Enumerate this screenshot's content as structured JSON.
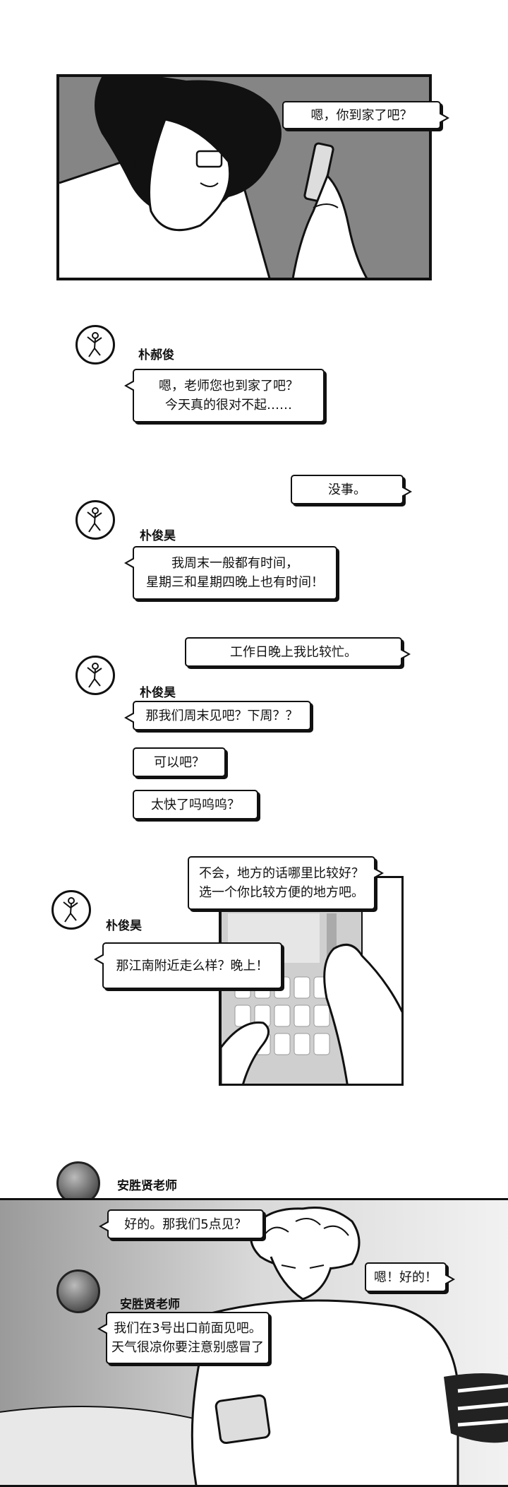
{
  "panel1": {
    "bubble": "嗯，你到家了吧？"
  },
  "chat1": {
    "sender": "朴郝俊",
    "message_lines": [
      "嗯，老师您也到家了吧？",
      "今天真的很对不起……"
    ]
  },
  "reply1": "没事。",
  "chat2": {
    "sender": "朴俊昊",
    "message_lines": [
      "我周末一般都有时间，",
      "星期三和星期四晚上也有时间！"
    ]
  },
  "reply2": "工作日晚上我比较忙。",
  "chat3": {
    "sender": "朴俊昊",
    "messages": [
      "那我们周末见吧？下周？？",
      "可以吧？",
      "太快了吗呜呜？"
    ]
  },
  "reply3_lines": [
    "不会，地方的话哪里比较好？",
    "选一个你比较方便的地方吧。"
  ],
  "chat4": {
    "sender": "朴俊昊",
    "message": "那江南附近走么样？晚上！"
  },
  "chat5": {
    "sender": "安胜贤老师",
    "message": "好的。那我们5点见？"
  },
  "panel3_bubble": "嗯！好的！",
  "chat6": {
    "sender": "安胜贤老师",
    "message_lines": [
      "我们在3号出口前面见吧。",
      "天气很凉你要注意别感冒了"
    ]
  },
  "colors": {
    "ink": "#111111",
    "screen_gray": "#cfcfcf",
    "panel_gray": "#8a8a8a"
  }
}
